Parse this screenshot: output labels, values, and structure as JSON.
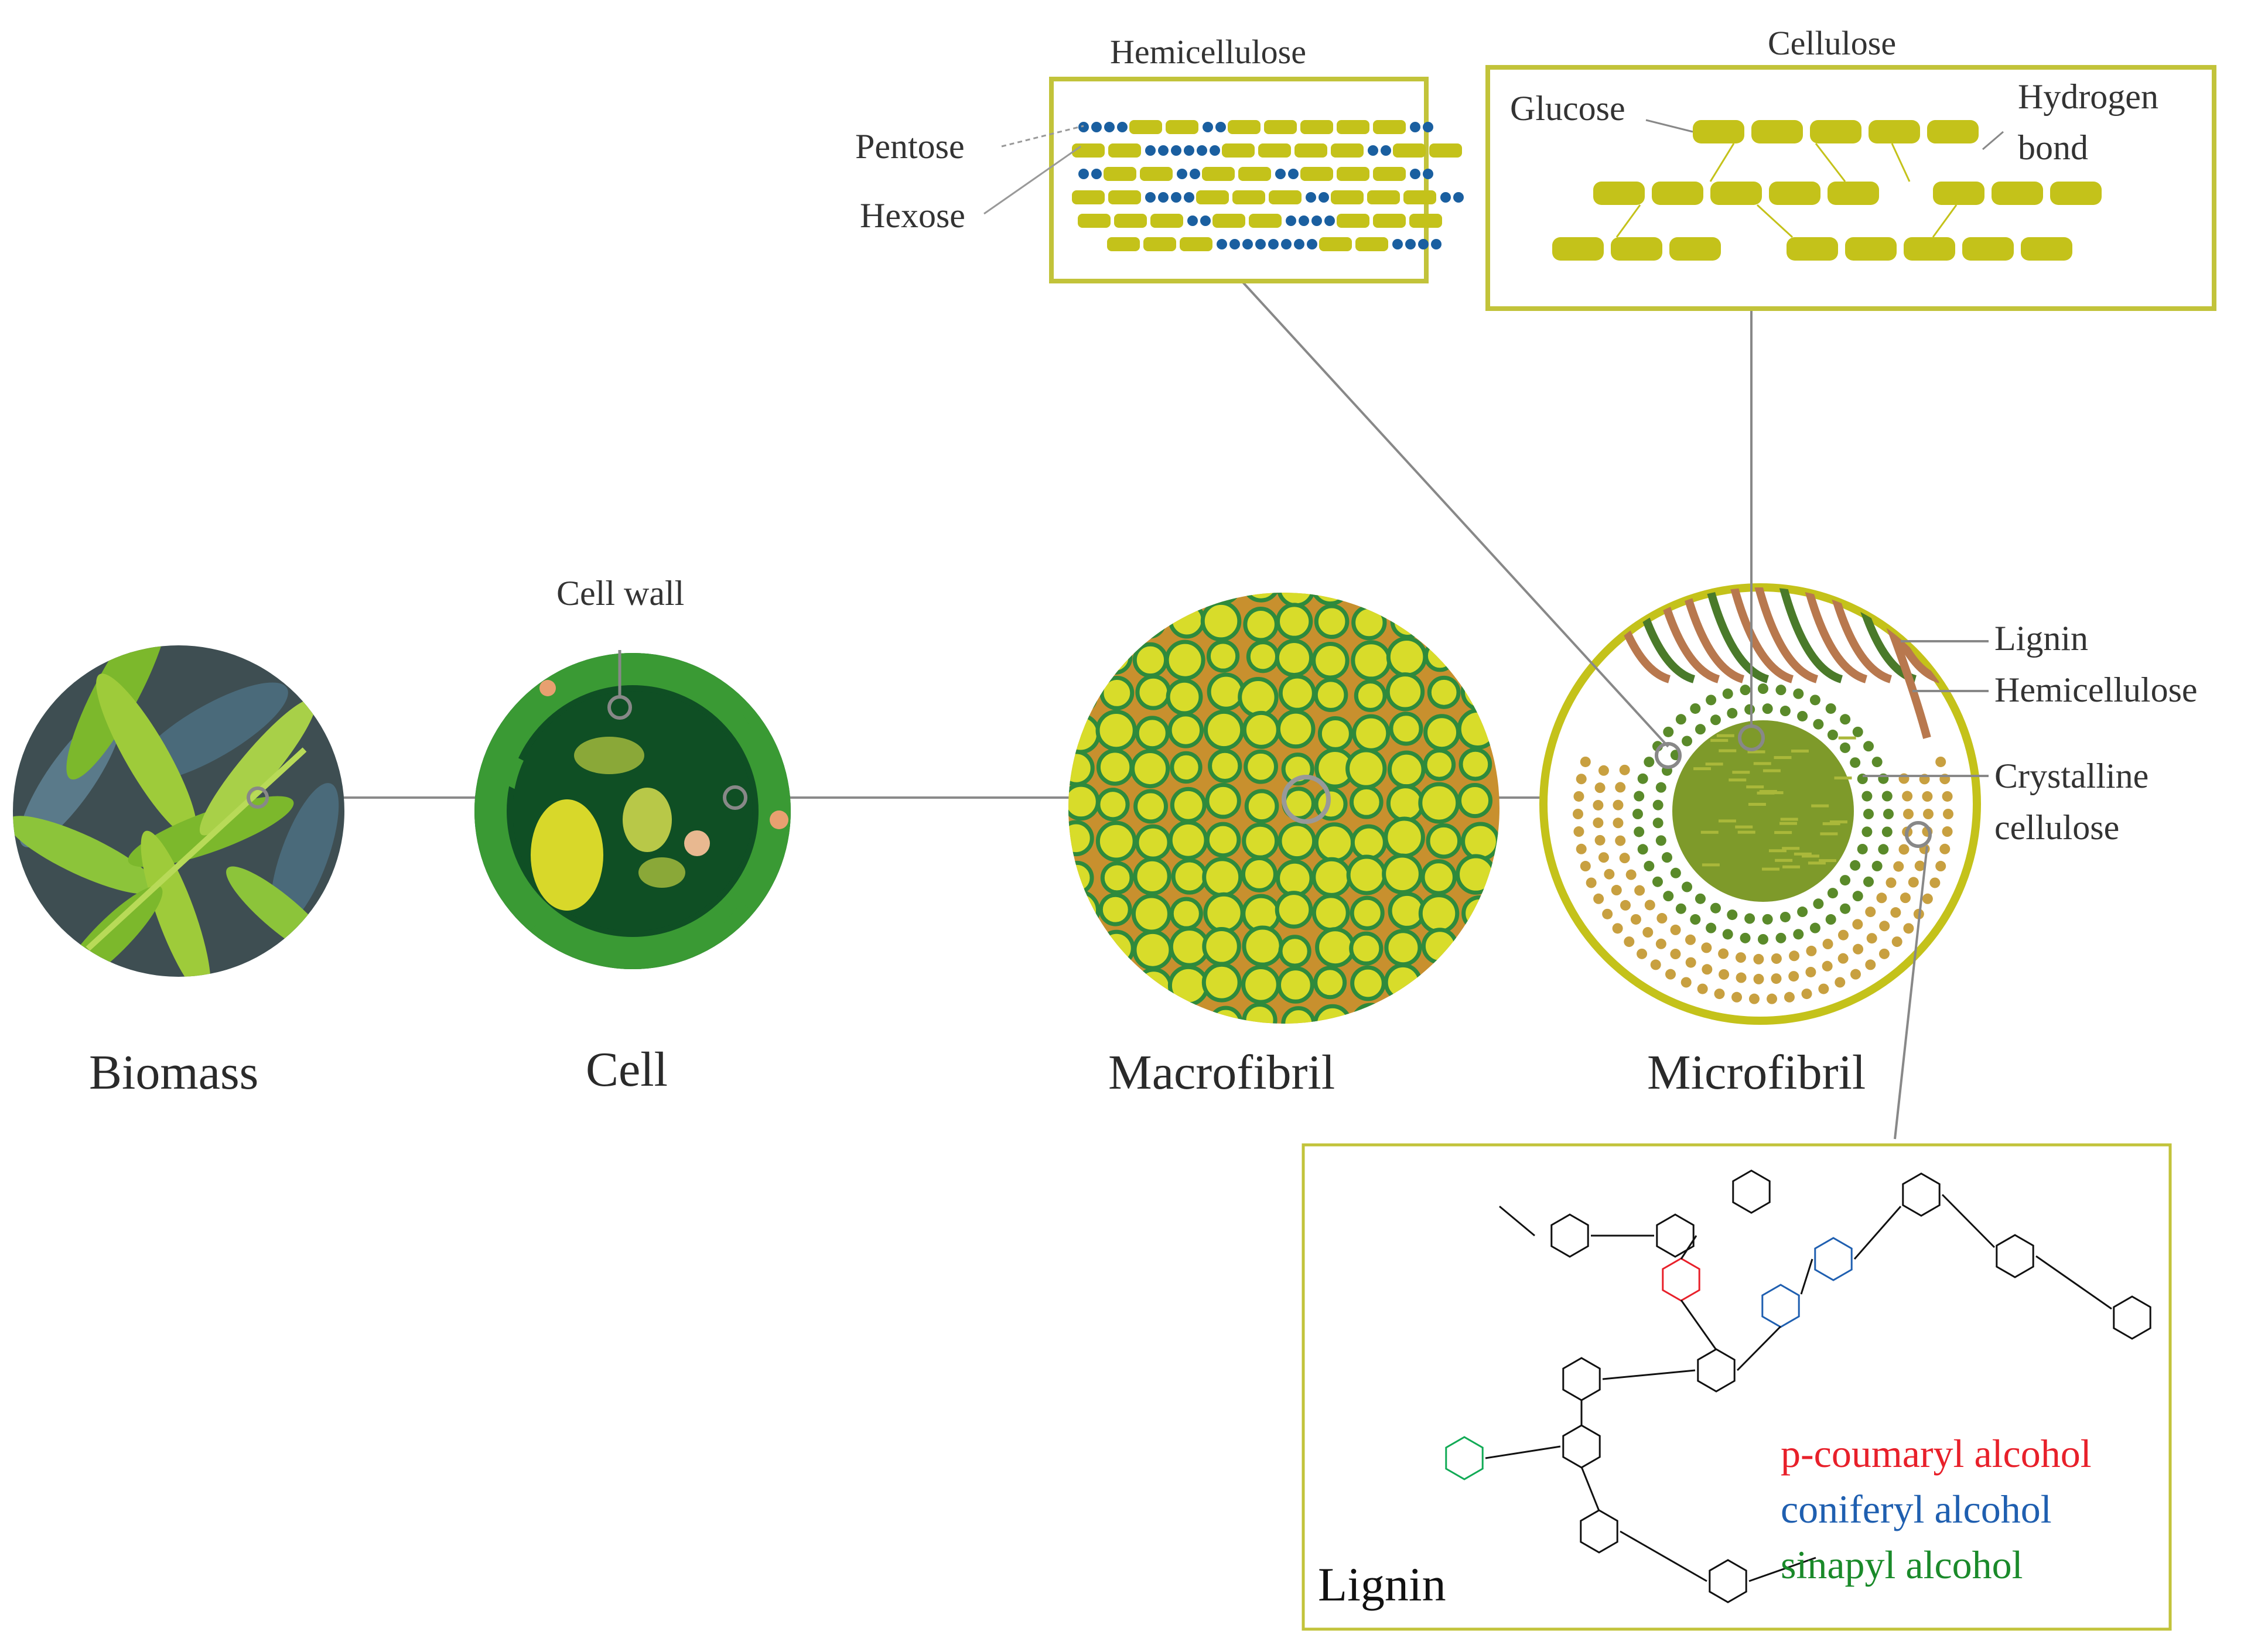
{
  "stages": {
    "biomass": "Biomass",
    "cell": "Cell",
    "macrofibril": "Macrofibril",
    "microfibril": "Microfibril"
  },
  "cell_wall_label": "Cell wall",
  "hemicellulose_box": {
    "title": "Hemicellulose",
    "pentose": "Pentose",
    "hexose": "Hexose"
  },
  "cellulose_box": {
    "title": "Cellulose",
    "glucose": "Glucose",
    "hydrogen_bond_line1": "Hydrogen",
    "hydrogen_bond_line2": "bond"
  },
  "microfibril_labels": {
    "lignin": "Lignin",
    "hemicellulose": "Hemicellulose",
    "crystalline_line1": "Crystalline",
    "crystalline_line2": "cellulose"
  },
  "lignin_box": {
    "title": "Lignin",
    "legend": [
      {
        "text": "p-coumaryl alcohol",
        "color": "#e8202a"
      },
      {
        "text": "coniferyl alcohol",
        "color": "#1f5fb0"
      },
      {
        "text": "sinapyl alcohol",
        "color": "#1a8a2a"
      }
    ]
  },
  "colors": {
    "accent_olive": "#c4c21a",
    "box_border": "#c2c33a",
    "biomass_bg": "#3e4e52",
    "cell_dark": "#0f4f24",
    "cell_wall": "#3a9a34",
    "macro_bg": "#c8902e",
    "lignin_brown": "#b8784e",
    "hemi_dot": "#c8a040",
    "pentose_blue": "#1a5fa0"
  }
}
